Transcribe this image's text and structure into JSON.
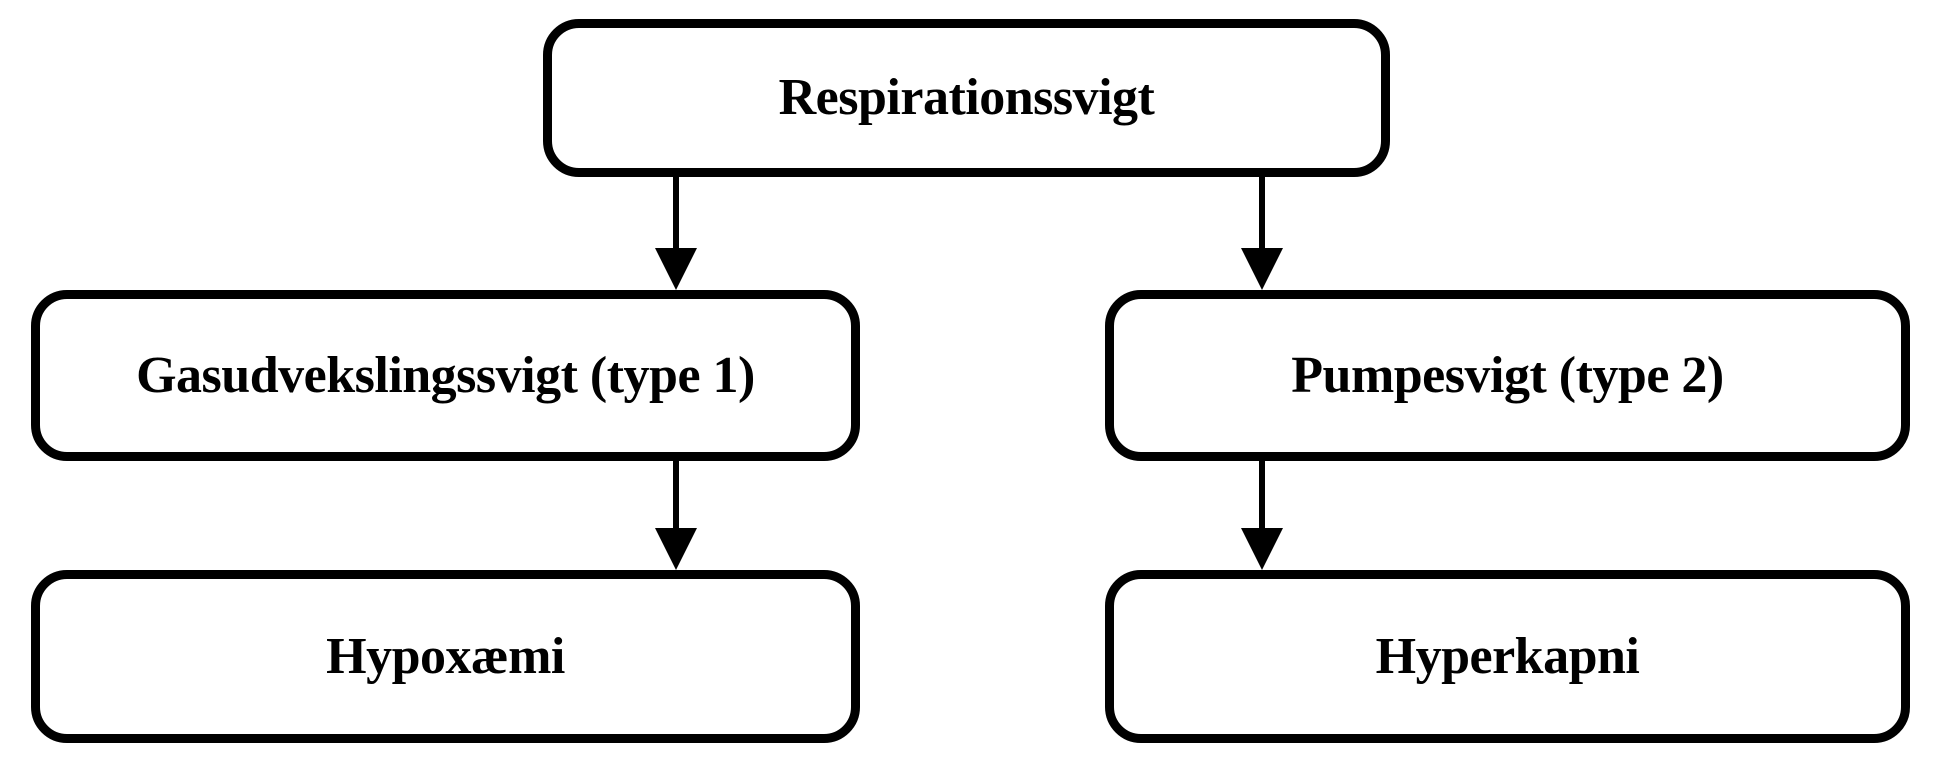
{
  "diagram": {
    "type": "flowchart",
    "orientation": "top-down",
    "background_color": "#ffffff",
    "node_fill_color": "#ffffff",
    "node_border_color": "#000000",
    "text_color": "#000000",
    "nodes": {
      "root": {
        "label": "Respirationssvigt"
      },
      "type1": {
        "label": "Gasudvekslingssvigt (type 1)"
      },
      "type2": {
        "label": "Pumpesvigt (type 2)"
      },
      "hypoxaemi": {
        "label": "Hypoxæmi"
      },
      "hyperkapni": {
        "label": "Hyperkapni"
      }
    },
    "edges": [
      {
        "from": "Respirationssvigt",
        "to": "Gasudvekslingssvigt (type 1)",
        "style": "arrow-down"
      },
      {
        "from": "Respirationssvigt",
        "to": "Pumpesvigt (type 2)",
        "style": "arrow-down"
      },
      {
        "from": "Gasudvekslingssvigt (type 1)",
        "to": "Hypoxæmi",
        "style": "arrow-down"
      },
      {
        "from": "Pumpesvigt (type 2)",
        "to": "Hyperkapni",
        "style": "arrow-down"
      }
    ]
  }
}
